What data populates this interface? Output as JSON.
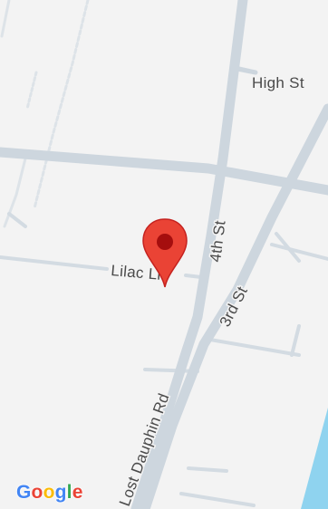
{
  "map": {
    "provider_logo": {
      "letters": [
        "G",
        "o",
        "o",
        "g",
        "l",
        "e"
      ],
      "colors": [
        "#4285F4",
        "#EA4335",
        "#FBBC05",
        "#4285F4",
        "#34A853",
        "#EA4335"
      ]
    },
    "streets": {
      "high_st": "High St",
      "fourth_st": "4th St",
      "third_st": "3rd St",
      "lilac_ln": "Lilac Ln",
      "lost_dauphin_rd": "Lost Dauphin Rd"
    },
    "marker": {
      "icon": "map-pin-icon",
      "color": "#EA4335",
      "dot_color": "#A50E0E"
    },
    "colors": {
      "background": "#f3f3f3",
      "road": "#cfd8e0",
      "minor_road": "#d9dfe5",
      "water": "#8fd3ef"
    }
  }
}
